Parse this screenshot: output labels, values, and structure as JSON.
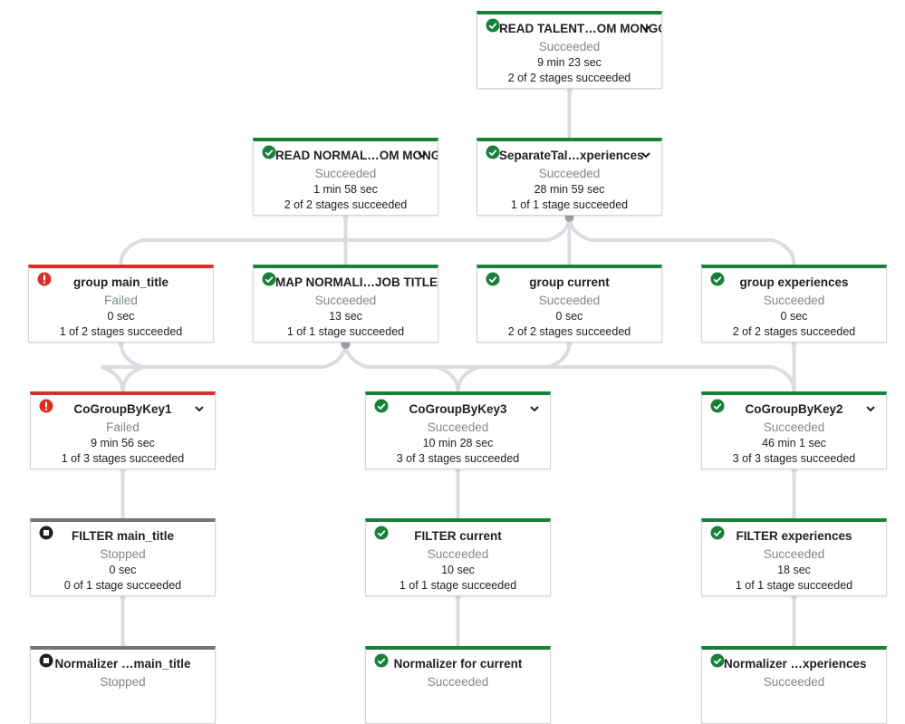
{
  "graph": {
    "colors": {
      "succeeded": "#188038",
      "failed": "#d93025",
      "stopped": "#757575",
      "edge": "#dadce0"
    },
    "nodes": [
      {
        "id": "read_talent",
        "title": "READ TALENT…OM MONGODB",
        "status": "Succeeded",
        "state": "succeeded",
        "time": "9 min 23 sec",
        "stages": "2 of 2 stages succeeded",
        "expandable": true
      },
      {
        "id": "read_normal",
        "title": "READ NORMAL…OM MONGODB",
        "status": "Succeeded",
        "state": "succeeded",
        "time": "1 min 58 sec",
        "stages": "2 of 2 stages succeeded",
        "expandable": true
      },
      {
        "id": "separate",
        "title": "SeparateTal…xperiences",
        "status": "Succeeded",
        "state": "succeeded",
        "time": "28 min 59 sec",
        "stages": "1 of 1 stage succeeded",
        "expandable": true
      },
      {
        "id": "grp_main",
        "title": "group main_title",
        "status": "Failed",
        "state": "failed",
        "time": "0 sec",
        "stages": "1 of 2 stages succeeded",
        "expandable": false
      },
      {
        "id": "map_norm",
        "title": "MAP NORMALI…JOB TITLES",
        "status": "Succeeded",
        "state": "succeeded",
        "time": "13 sec",
        "stages": "1 of 1 stage succeeded",
        "expandable": false
      },
      {
        "id": "grp_current",
        "title": "group current",
        "status": "Succeeded",
        "state": "succeeded",
        "time": "0 sec",
        "stages": "2 of 2 stages succeeded",
        "expandable": false
      },
      {
        "id": "grp_exp",
        "title": "group experiences",
        "status": "Succeeded",
        "state": "succeeded",
        "time": "0 sec",
        "stages": "2 of 2 stages succeeded",
        "expandable": false
      },
      {
        "id": "cogrp1",
        "title": "CoGroupByKey1",
        "status": "Failed",
        "state": "failed",
        "time": "9 min 56 sec",
        "stages": "1 of 3 stages succeeded",
        "expandable": true
      },
      {
        "id": "cogrp3",
        "title": "CoGroupByKey3",
        "status": "Succeeded",
        "state": "succeeded",
        "time": "10 min 28 sec",
        "stages": "3 of 3 stages succeeded",
        "expandable": true
      },
      {
        "id": "cogrp2",
        "title": "CoGroupByKey2",
        "status": "Succeeded",
        "state": "succeeded",
        "time": "46 min 1 sec",
        "stages": "3 of 3 stages succeeded",
        "expandable": true
      },
      {
        "id": "filter_main",
        "title": "FILTER main_title",
        "status": "Stopped",
        "state": "stopped",
        "time": "0 sec",
        "stages": "0 of 1 stage succeeded",
        "expandable": false
      },
      {
        "id": "filter_current",
        "title": "FILTER current",
        "status": "Succeeded",
        "state": "succeeded",
        "time": "10 sec",
        "stages": "1 of 1 stage succeeded",
        "expandable": false
      },
      {
        "id": "filter_exp",
        "title": "FILTER experiences",
        "status": "Succeeded",
        "state": "succeeded",
        "time": "18 sec",
        "stages": "1 of 1 stage succeeded",
        "expandable": false
      },
      {
        "id": "norm_main",
        "title": "Normalizer …main_title",
        "status": "Stopped",
        "state": "stopped",
        "time": "",
        "stages": "",
        "expandable": false
      },
      {
        "id": "norm_current",
        "title": "Normalizer for current",
        "status": "Succeeded",
        "state": "succeeded",
        "time": "",
        "stages": "",
        "expandable": false
      },
      {
        "id": "norm_exp",
        "title": "Normalizer …xperiences",
        "status": "Succeeded",
        "state": "succeeded",
        "time": "",
        "stages": "",
        "expandable": false
      }
    ],
    "edges": [
      [
        "read_talent",
        "separate"
      ],
      [
        "separate",
        "grp_main"
      ],
      [
        "separate",
        "grp_current"
      ],
      [
        "separate",
        "grp_exp"
      ],
      [
        "read_normal",
        "map_norm"
      ],
      [
        "grp_main",
        "cogrp1"
      ],
      [
        "map_norm",
        "cogrp1"
      ],
      [
        "map_norm",
        "cogrp3"
      ],
      [
        "map_norm",
        "cogrp2"
      ],
      [
        "grp_current",
        "cogrp3"
      ],
      [
        "grp_exp",
        "cogrp2"
      ],
      [
        "cogrp1",
        "filter_main"
      ],
      [
        "cogrp3",
        "filter_current"
      ],
      [
        "cogrp2",
        "filter_exp"
      ],
      [
        "filter_main",
        "norm_main"
      ],
      [
        "filter_current",
        "norm_current"
      ],
      [
        "filter_exp",
        "norm_exp"
      ]
    ]
  }
}
